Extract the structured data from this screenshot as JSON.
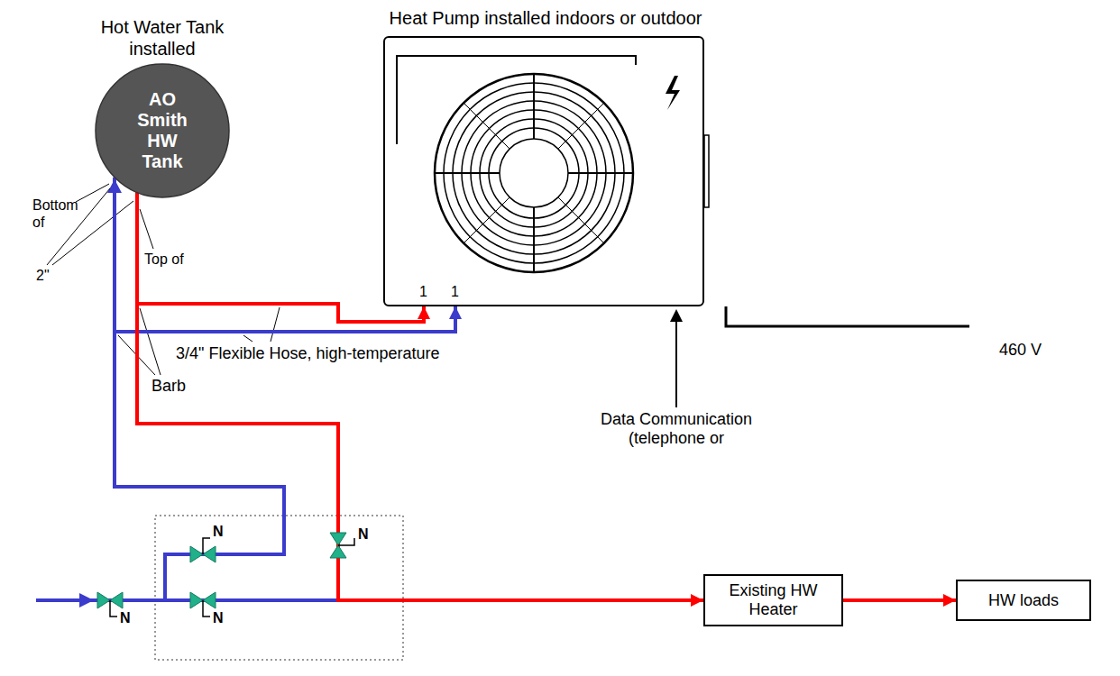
{
  "diagram": {
    "nodes": [
      {
        "text": [
          "Hot Water Tank installed",
          "AO Smith HW Tank"
        ]
      },
      {
        "text": [
          "Heat Pump installed indoors or outdoor"
        ]
      },
      {
        "text": [
          "Existing HW Heater"
        ]
      },
      {
        "text": [
          "HW loads"
        ]
      }
    ],
    "edges": [
      {
        "from": 0,
        "to": 1,
        "arrow": "to"
      },
      {
        "from": 0,
        "to": 1,
        "arrow": "to"
      },
      {
        "from": 0,
        "to": 2,
        "arrow": "to"
      },
      {
        "from": 2,
        "to": 3,
        "arrow": "to"
      }
    ],
    "labels": [
      "Bottom of",
      "2\"",
      "Top of",
      "1",
      "1",
      "3/4\" Flexible Hose, high-temperature",
      "Barb",
      "460 V",
      "Data Communication (telephone or",
      "N",
      "N",
      "N",
      "N"
    ]
  }
}
